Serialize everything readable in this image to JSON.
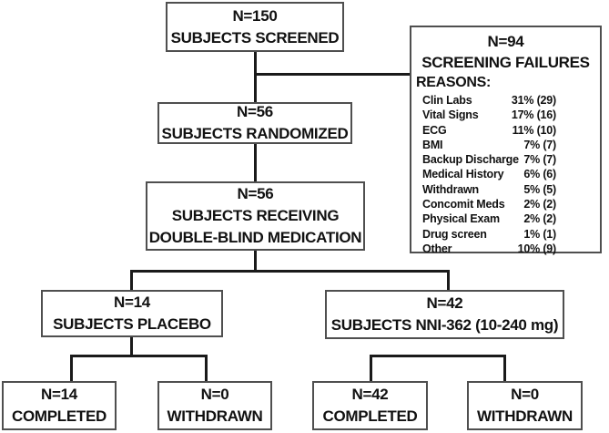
{
  "diagram": {
    "type": "clinical-trial-flowchart",
    "screened": {
      "n": "N=150",
      "label": "SUBJECTS SCREENED"
    },
    "failures": {
      "n": "N=94",
      "title": "SCREENING FAILURES",
      "reasons_heading": "REASONS:",
      "reasons": [
        {
          "label": "Clin Labs",
          "value": "31% (29)"
        },
        {
          "label": "Vital Signs",
          "value": "17% (16)"
        },
        {
          "label": "ECG",
          "value": "11% (10)"
        },
        {
          "label": "BMI",
          "value": "7% (7)"
        },
        {
          "label": "Backup Discharge",
          "value": "7% (7)"
        },
        {
          "label": "Medical History",
          "value": "6% (6)"
        },
        {
          "label": "Withdrawn",
          "value": "5% (5)"
        },
        {
          "label": "Concomit Meds",
          "value": "2% (2)"
        },
        {
          "label": "Physical Exam",
          "value": "2% (2)"
        },
        {
          "label": "Drug screen",
          "value": "1% (1)"
        },
        {
          "label": "Other",
          "value": "10% (9)"
        }
      ]
    },
    "randomized": {
      "n": "N=56",
      "label": "SUBJECTS RANDOMIZED"
    },
    "receiving": {
      "n": "N=56",
      "line1": "SUBJECTS RECEIVING",
      "line2": "DOUBLE-BLIND MEDICATION"
    },
    "placebo": {
      "n": "N=14",
      "label": "SUBJECTS PLACEBO"
    },
    "nni362": {
      "n": "N=42",
      "label": "SUBJECTS NNI-362 (10-240 mg)"
    },
    "placebo_completed": {
      "n": "N=14",
      "label": "COMPLETED"
    },
    "placebo_withdrawn": {
      "n": "N=0",
      "label": "WITHDRAWN"
    },
    "nni362_completed": {
      "n": "N=42",
      "label": "COMPLETED"
    },
    "nni362_withdrawn": {
      "n": "N=0",
      "label": "WITHDRAWN"
    },
    "colors": {
      "background": "#ffffff",
      "border": "#4f4f4f",
      "line": "#1a1a1a",
      "text": "#111111"
    }
  }
}
